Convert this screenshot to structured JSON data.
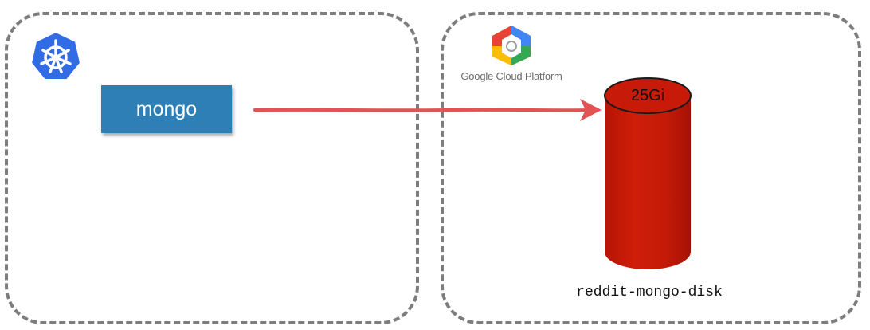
{
  "kubernetes": {
    "logo_icon": "kubernetes-helm-icon",
    "pod": {
      "label": "mongo",
      "color": "#2e7fb5"
    }
  },
  "gcp": {
    "logo_icon": "google-cloud-hexagon-icon",
    "logo_text": "Google Cloud Platform"
  },
  "volume": {
    "size": "25Gi",
    "name": "reddit-mongo-disk",
    "color": "#c81a08"
  },
  "connector": {
    "color": "#e25353"
  }
}
